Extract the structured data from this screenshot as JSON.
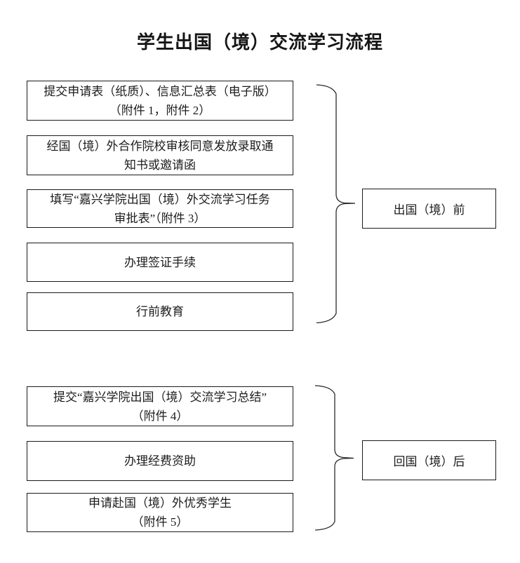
{
  "title": "学生出国（境）交流学习流程",
  "flow": {
    "before": {
      "label": "出国（境）前",
      "steps": [
        {
          "line1": "提交申请表（纸质）、信息汇总表（电子版）",
          "line2": "（附件 1，附件 2）"
        },
        {
          "line1": "经国（境）外合作院校审核同意发放录取通",
          "line2": "知书或邀请函"
        },
        {
          "line1": "填写“嘉兴学院出国（境）外交流学习任务",
          "line2": "审批表”（附件 3）"
        },
        {
          "line1": "办理签证手续",
          "line2": ""
        },
        {
          "line1": "行前教育",
          "line2": ""
        }
      ]
    },
    "after": {
      "label": "回国（境）后",
      "steps": [
        {
          "line1": "提交“嘉兴学院出国（境）交流学习总结”",
          "line2": "（附件 4）"
        },
        {
          "line1": "办理经费资助",
          "line2": ""
        },
        {
          "line1": "申请赴国（境）外优秀学生",
          "line2": "（附件 5）"
        }
      ]
    }
  },
  "colors": {
    "ink": "#1a1a1a",
    "background": "#ffffff"
  }
}
